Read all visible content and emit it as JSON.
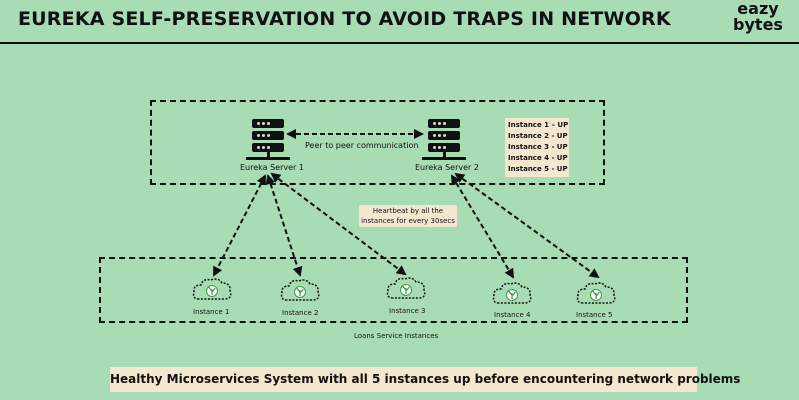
{
  "header": {
    "title": "EUREKA SELF-PRESERVATION TO AVOID TRAPS IN NETWORK",
    "logo_line1": "eazy",
    "logo_line2": "bytes"
  },
  "servers": {
    "server1_label": "Eureka Server 1",
    "server2_label": "Eureka Server 2",
    "peer_label": "Peer to peer communication"
  },
  "status": [
    "Instance 1 – UP",
    "Instance 2 - UP",
    "Instance 3 - UP",
    "Instance 4 - UP",
    "Instance 5 - UP"
  ],
  "heartbeat": {
    "line1": "Heartbeat by all the",
    "line2": "instances for every 30secs"
  },
  "instances": [
    "Instance 1",
    "Instance 2",
    "Instance 3",
    "Instance 4",
    "Instance 5"
  ],
  "group_label": "Loans Service Instances",
  "footer": "Healthy Microservices System with all 5 instances up before encountering network problems",
  "colors": {
    "background": "#a8dcb4",
    "note_background": "#f5e6d0",
    "leaf": "#3a9a4a"
  }
}
